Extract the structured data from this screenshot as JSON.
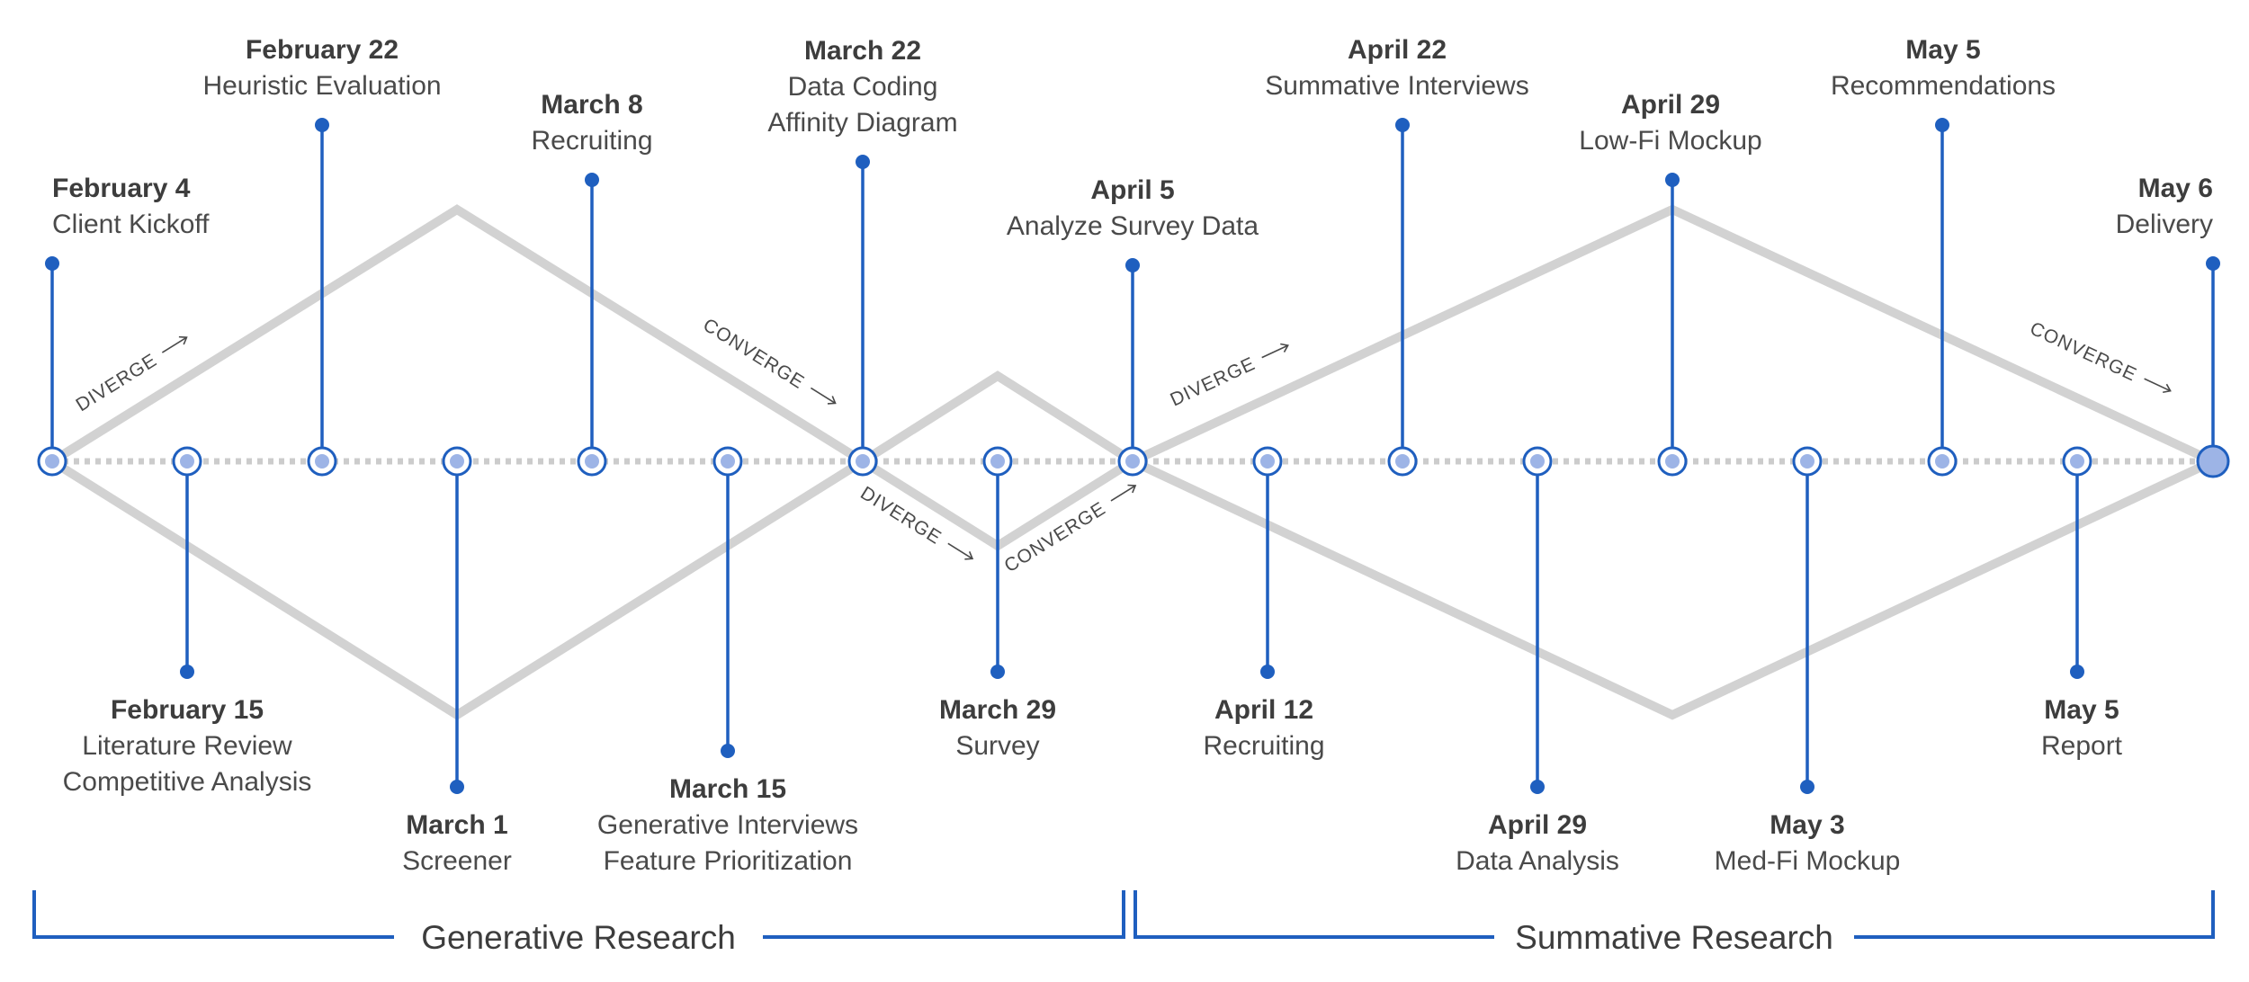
{
  "colors": {
    "accent": "#1f5fbf",
    "node_fill": "#9db4e6",
    "diamond": "#d2d2d2",
    "timeline": "#cccccc",
    "text": "#3d3d3d"
  },
  "diamond_labels": [
    "DIVERGE",
    "CONVERGE",
    "DIVERGE",
    "CONVERGE",
    "DIVERGE",
    "CONVERGE"
  ],
  "milestones": [
    {
      "date": "February 4",
      "lines": [
        "Client Kickoff"
      ]
    },
    {
      "date": "February 15",
      "lines": [
        "Literature Review",
        "Competitive Analysis"
      ]
    },
    {
      "date": "February 22",
      "lines": [
        "Heuristic Evaluation"
      ]
    },
    {
      "date": "March 1",
      "lines": [
        "Screener"
      ]
    },
    {
      "date": "March 8",
      "lines": [
        "Recruiting"
      ]
    },
    {
      "date": "March 15",
      "lines": [
        "Generative Interviews",
        "Feature Prioritization"
      ]
    },
    {
      "date": "March 22",
      "lines": [
        "Data Coding",
        "Affinity Diagram"
      ]
    },
    {
      "date": "March 29",
      "lines": [
        "Survey"
      ]
    },
    {
      "date": "April 5",
      "lines": [
        "Analyze Survey Data"
      ]
    },
    {
      "date": "April 12",
      "lines": [
        "Recruiting"
      ]
    },
    {
      "date": "April 22",
      "lines": [
        "Summative Interviews"
      ]
    },
    {
      "date": "April 29",
      "lines": [
        "Data Analysis"
      ]
    },
    {
      "date": "April 29",
      "lines": [
        "Low-Fi Mockup"
      ]
    },
    {
      "date": "May 3",
      "lines": [
        "Med-Fi Mockup"
      ]
    },
    {
      "date": "May 5",
      "lines": [
        "Recommendations"
      ]
    },
    {
      "date": "May 5",
      "lines": [
        "Report"
      ]
    },
    {
      "date": "May 6",
      "lines": [
        "Delivery"
      ]
    }
  ],
  "phases": [
    {
      "label": "Generative Research"
    },
    {
      "label": "Summative Research"
    }
  ]
}
